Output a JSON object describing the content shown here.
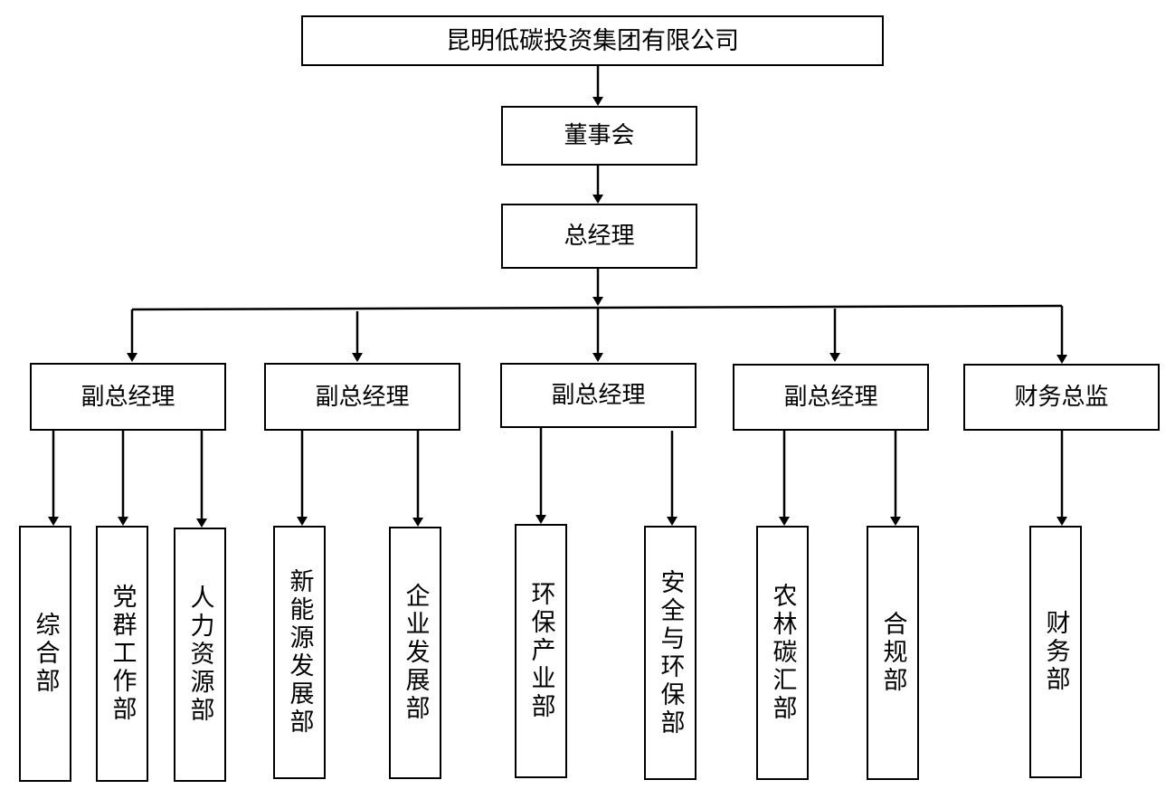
{
  "company": "昆明低碳投资集团有限公司",
  "board": "董事会",
  "gm": "总经理",
  "level2": [
    "副总经理",
    "副总经理",
    "副总经理",
    "副总经理",
    "财务总监"
  ],
  "departments": [
    "综合部",
    "党群工作部",
    "人力资源部",
    "新能源发展部",
    "企业发展部",
    "环保产业部",
    "安全与环保部",
    "农林碳汇部",
    "合规部",
    "财务部"
  ]
}
